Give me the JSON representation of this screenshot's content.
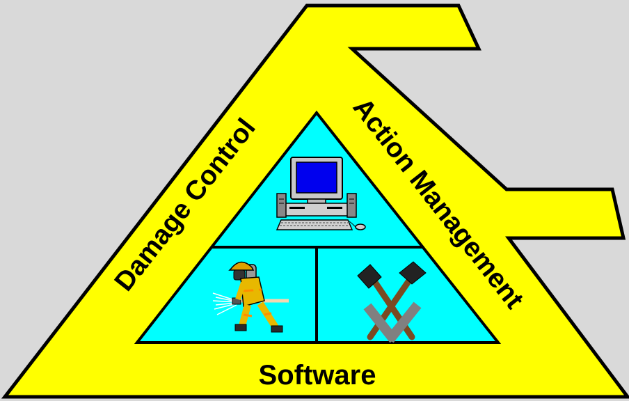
{
  "labels": {
    "left_side": "Damage Control",
    "right_side": "Action Management",
    "bottom": "Software"
  },
  "icons": {
    "top": "computer-icon",
    "bottom_left": "firefighter-icon",
    "bottom_right": "crossed-hammers-icon"
  },
  "colors": {
    "background": "#d9d9d9",
    "frame_fill": "#ffff00",
    "inner_fill": "#00ffff",
    "outline": "#000000"
  }
}
